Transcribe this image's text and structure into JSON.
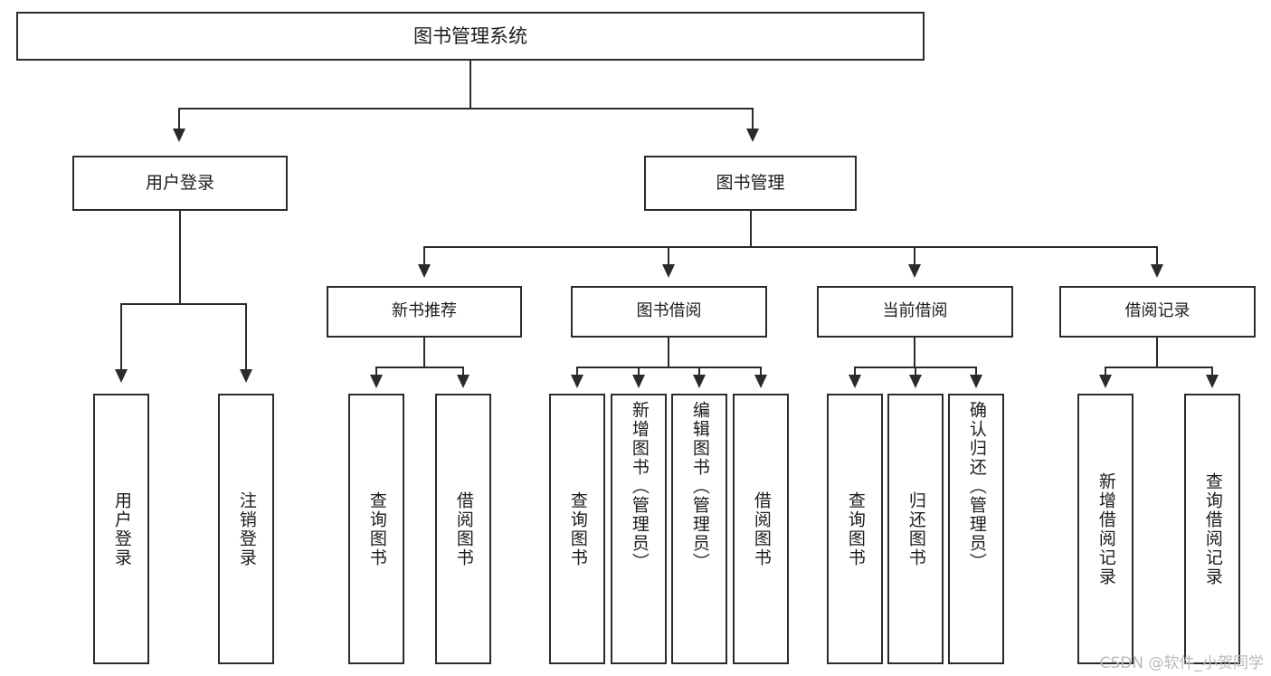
{
  "diagram": {
    "type": "tree-hierarchy",
    "title": "图书管理系统",
    "root": {
      "label": "图书管理系统"
    },
    "level1": [
      {
        "id": "user-login",
        "label": "用户登录"
      },
      {
        "id": "book-manage",
        "label": "图书管理"
      }
    ],
    "level2": [
      {
        "id": "new-book-recommend",
        "label": "新书推荐",
        "parent": "book-manage"
      },
      {
        "id": "book-borrow",
        "label": "图书借阅",
        "parent": "book-manage"
      },
      {
        "id": "current-borrow",
        "label": "当前借阅",
        "parent": "book-manage"
      },
      {
        "id": "borrow-record",
        "label": "借阅记录",
        "parent": "book-manage"
      }
    ],
    "leaves": {
      "user-login": [
        {
          "id": "leaf-user-login",
          "label": "用户登录"
        },
        {
          "id": "leaf-user-logout",
          "label": "注销登录"
        }
      ],
      "new-book-recommend": [
        {
          "id": "leaf-query-book-a",
          "label": "查询图书"
        },
        {
          "id": "leaf-borrow-book-a",
          "label": "借阅图书"
        }
      ],
      "book-borrow": [
        {
          "id": "leaf-query-book-b",
          "label": "查询图书"
        },
        {
          "id": "leaf-add-book",
          "label": "新增图书（管理员）"
        },
        {
          "id": "leaf-edit-book",
          "label": "编辑图书（管理员）"
        },
        {
          "id": "leaf-borrow-book-b",
          "label": "借阅图书"
        }
      ],
      "current-borrow": [
        {
          "id": "leaf-query-book-c",
          "label": "查询图书"
        },
        {
          "id": "leaf-return-book",
          "label": "归还图书"
        },
        {
          "id": "leaf-confirm-return",
          "label": "确认归还（管理员）"
        }
      ],
      "borrow-record": [
        {
          "id": "leaf-add-record",
          "label": "新增借阅记录"
        },
        {
          "id": "leaf-query-record",
          "label": "查询借阅记录"
        }
      ]
    }
  },
  "watermark": {
    "text": "CSDN @软件_小贺同学"
  },
  "colors": {
    "stroke": "#2b2b2b",
    "background": "#ffffff",
    "text": "#1c1c1c",
    "watermark": "#b9b9b9"
  }
}
